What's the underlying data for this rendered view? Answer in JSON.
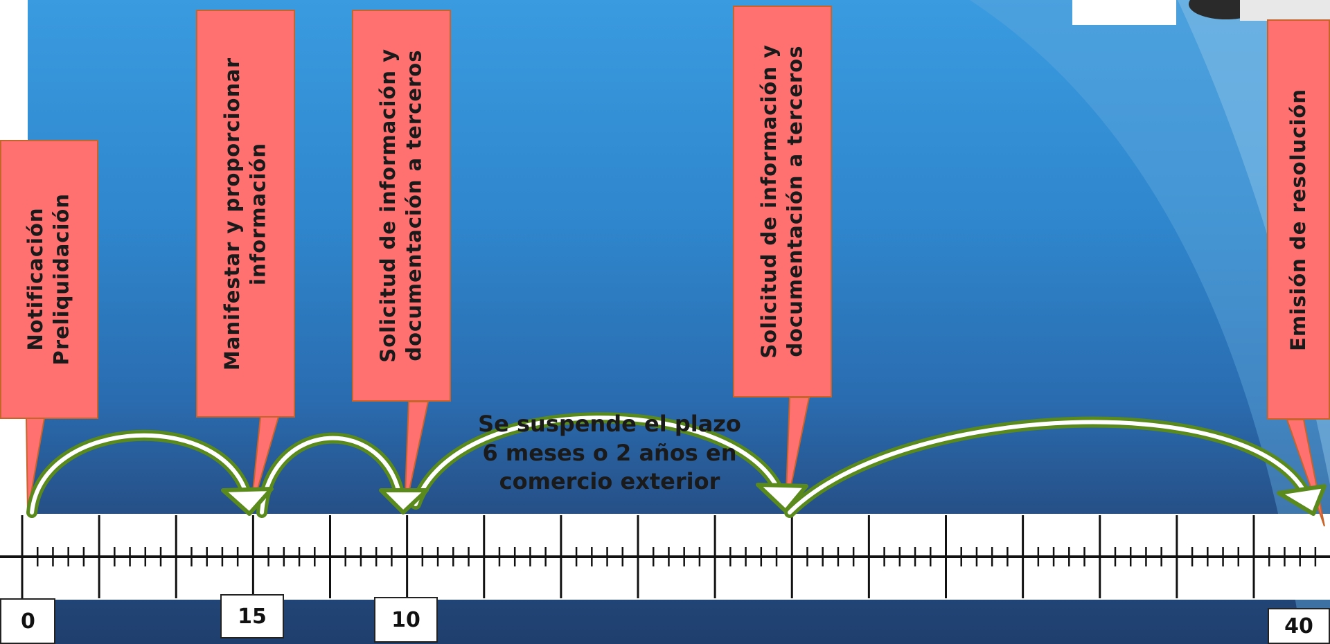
{
  "callouts": [
    {
      "id": "notificacion",
      "text": "Notificación\nPreliquidación"
    },
    {
      "id": "manifestar",
      "text": "Manifestar y proporcionar\ninformación"
    },
    {
      "id": "solicitud-1",
      "text": "Solicitud de información y\ndocumentación a terceros"
    },
    {
      "id": "solicitud-2",
      "text": "Solicitud de información y\ndocumentación a terceros"
    },
    {
      "id": "emision",
      "text": "Emisión de resolución"
    }
  ],
  "note": "Se suspende el plazo\n6 meses o 2 años en\ncomercio exterior",
  "day_labels": [
    "0",
    "15",
    "10",
    "40"
  ],
  "colors": {
    "callout_fill": "#ff7070",
    "callout_border": "#c8642a",
    "arrow": "#5a8a1c",
    "background_top": "#3a9be0",
    "background_bottom": "#1f3f6e"
  }
}
